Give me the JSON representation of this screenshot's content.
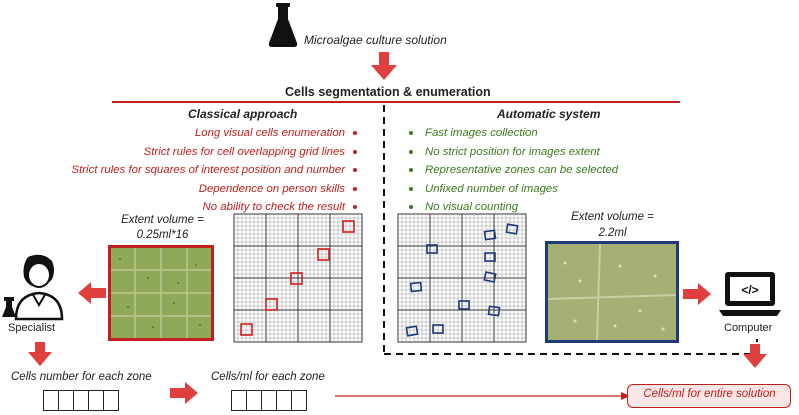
{
  "title": "Cells segmentation & enumeration",
  "flask_label": "Microalgae culture solution",
  "classical": {
    "heading": "Classical approach",
    "items": [
      "Long visual cells enumeration",
      "Strict rules for cell overlapping grid lines",
      "Strict rules for squares of interest position and number",
      "Dependence on person skills",
      "No ability to check the result"
    ],
    "extent_line1": "Extent volume =",
    "extent_line2": "0.25ml*16",
    "person_label": "Specialist"
  },
  "automatic": {
    "heading": "Automatic system",
    "items": [
      "Fast images collection",
      "No strict position for images extent",
      "Representative zones can be selected",
      "Unfixed number of images",
      "No visual counting"
    ],
    "extent_line1": "Extent volume =",
    "extent_line2": "2.2ml",
    "computer_label": "Computer"
  },
  "bottom": {
    "zone_count_label": "Cells number for each zone",
    "cells_ml_zone_label": "Cells/ml for each zone",
    "result_label": "Cells/ml for entire solution"
  },
  "colors": {
    "accent_red": "#c0201e",
    "arrow_red": "#e0403d",
    "green_text": "#3c7a1e",
    "blue_box": "#1f3b7a",
    "micro_green": "#8fa85a"
  }
}
